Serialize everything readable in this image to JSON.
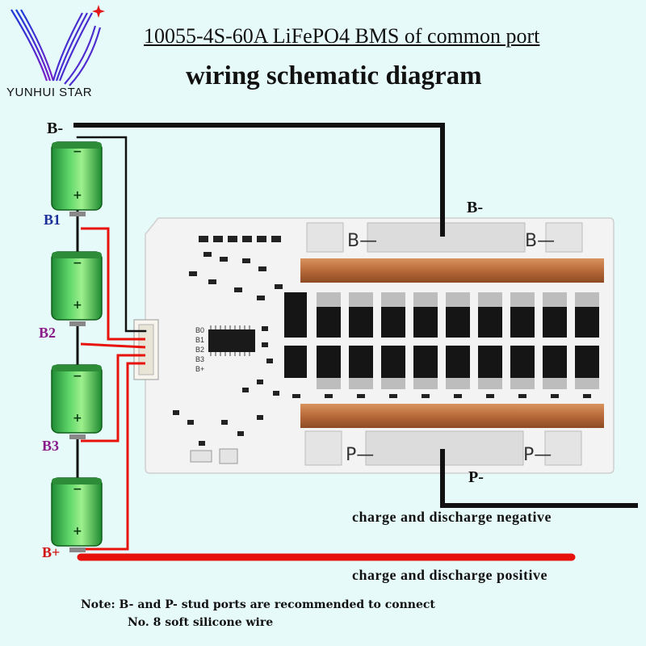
{
  "brand": {
    "name": "YUNHUI STAR",
    "accent": "#e01818"
  },
  "title": {
    "line1": "10055-4S-60A LiFePO4 BMS of common port",
    "line2": "wiring schematic diagram"
  },
  "labels": {
    "b_minus_left": "B-",
    "b1": "B1",
    "b2": "B2",
    "b3": "B3",
    "b_plus": "B+",
    "b_minus_board": "B-",
    "p_minus": "P-",
    "charge_negative": "charge and discharge negative",
    "charge_positive": "charge and discharge positive"
  },
  "connector_pins": [
    "B0",
    "B1",
    "B2",
    "B3",
    "B+"
  ],
  "board_markings": {
    "b_stud_left": "B—",
    "b_stud_right": "B—",
    "p_stud_left": "P—",
    "p_stud_right": "P—"
  },
  "note": {
    "line1": "Note: B- and P- stud ports  are recommended to connect",
    "line2": "No. 8 soft silicone wire"
  },
  "colors": {
    "wire_black": "#111111",
    "wire_red": "#e8120c",
    "cell_green": "#3fc24a",
    "board": "#f4f4f4",
    "label_blue": "#1a2f9a",
    "label_purple": "#8a1a8a",
    "label_red": "#d11111"
  }
}
